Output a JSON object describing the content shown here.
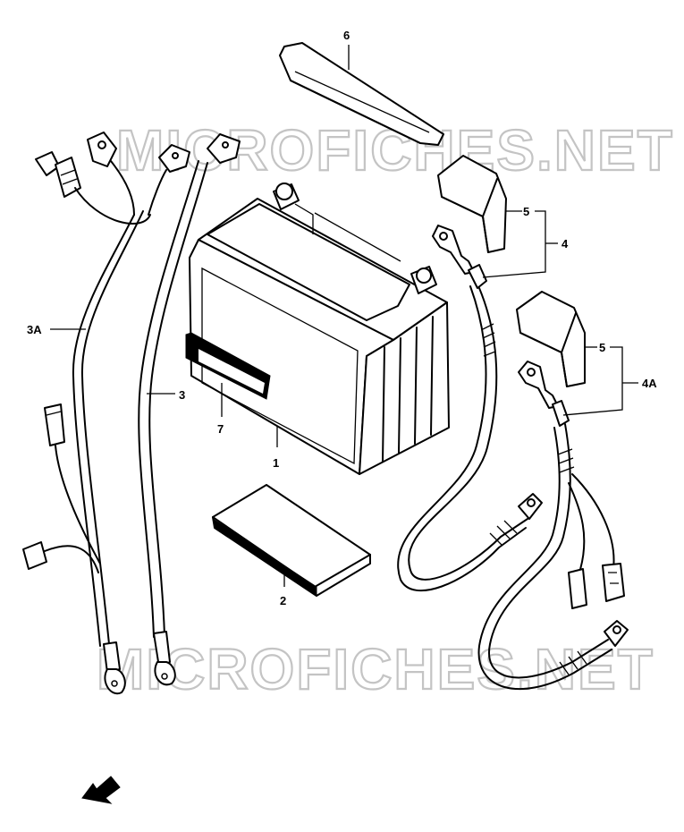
{
  "diagram": {
    "watermark_top": "MICROFICHES.NET",
    "watermark_bottom": "MICROFICHES.NET",
    "callouts": {
      "c1": "1",
      "c2": "2",
      "c3": "3",
      "c3a": "3A",
      "c4": "4",
      "c4a": "4A",
      "c5_upper": "5",
      "c5_lower": "5",
      "c6": "6",
      "c7": "7"
    }
  }
}
